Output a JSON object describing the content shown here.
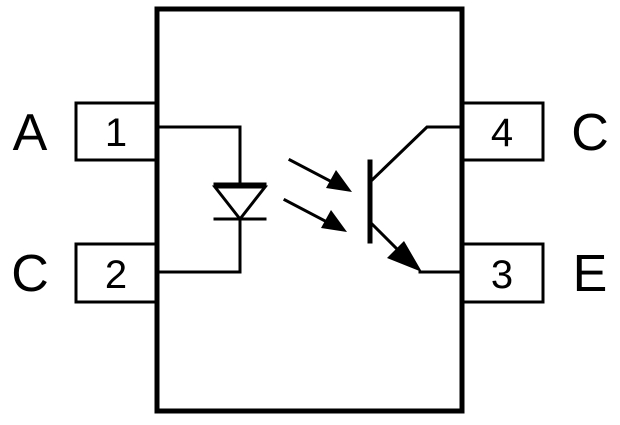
{
  "pins": [
    {
      "number": "1",
      "label": "A"
    },
    {
      "number": "2",
      "label": "C"
    },
    {
      "number": "3",
      "label": "E"
    },
    {
      "number": "4",
      "label": "C"
    }
  ],
  "colors": {
    "line": "#000000",
    "background": "#ffffff"
  }
}
